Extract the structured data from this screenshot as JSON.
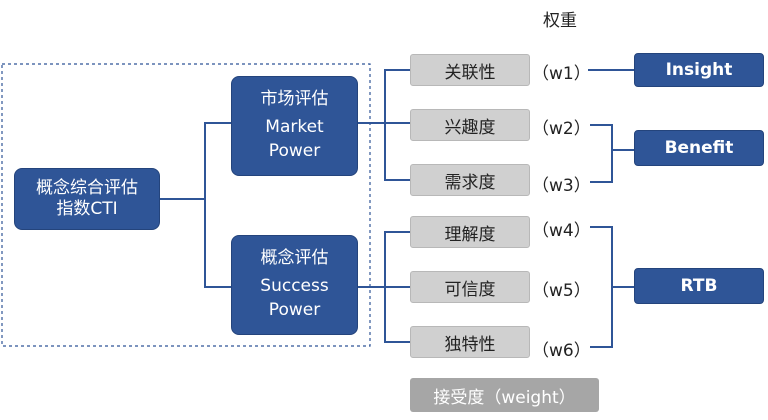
{
  "header": {
    "weight_title": "权重"
  },
  "root": {
    "line1": "概念综合评估",
    "line2": "指数CTI"
  },
  "market": {
    "title": "市场评估",
    "en1": "Market",
    "en2": "Power"
  },
  "concept": {
    "title": "概念评估",
    "en1": "Success",
    "en2": "Power"
  },
  "factors": [
    {
      "label": "关联性",
      "weight": "（w1）"
    },
    {
      "label": "兴趣度",
      "weight": "（w2）"
    },
    {
      "label": "需求度",
      "weight": "（w3）"
    },
    {
      "label": "理解度",
      "weight": "（w4）"
    },
    {
      "label": "可信度",
      "weight": "（w5）"
    },
    {
      "label": "独特性",
      "weight": "（w6）"
    }
  ],
  "outcomes": {
    "insight": "Insight",
    "benefit": "Benefit",
    "rtb": "RTB"
  },
  "footer": {
    "acceptance": "接受度（weight）"
  },
  "colors": {
    "navy": "#2f5597",
    "gray": "#d0d0d0",
    "darkgray": "#a6a6a6",
    "line": "#2f5597"
  }
}
